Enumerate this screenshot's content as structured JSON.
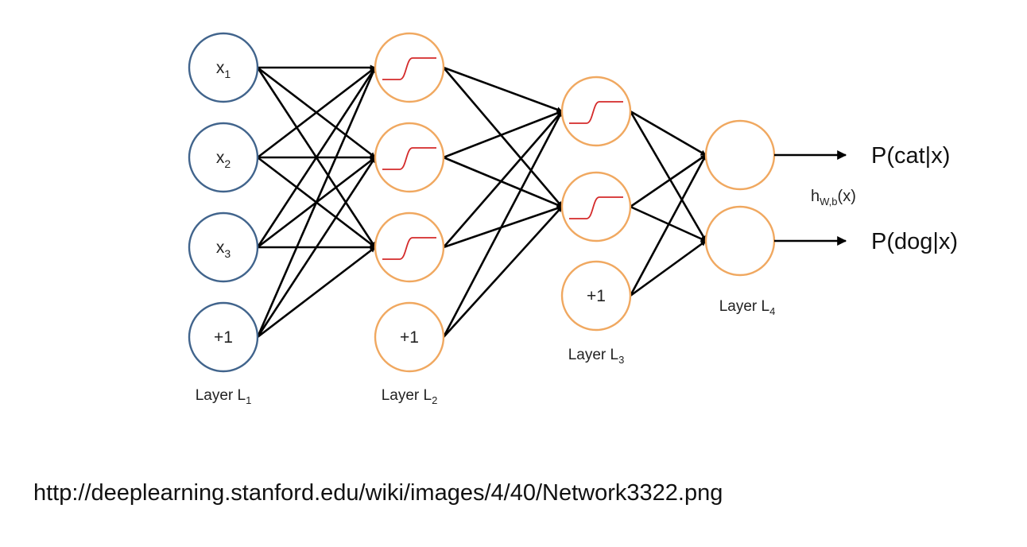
{
  "diagram": {
    "colors": {
      "input_node": "#41648c",
      "hidden_node": "#f0a860",
      "activation_curve": "#d42a2a",
      "edge": "#000000"
    },
    "layers": [
      {
        "id": "L1",
        "label_main": "Layer L",
        "label_sub": "1",
        "nodes": [
          {
            "main": "x",
            "sub": "1"
          },
          {
            "main": "x",
            "sub": "2"
          },
          {
            "main": "x",
            "sub": "3"
          },
          {
            "main": "+1",
            "sub": ""
          }
        ]
      },
      {
        "id": "L2",
        "label_main": "Layer L",
        "label_sub": "2",
        "nodes": [
          {
            "icon": "sigmoid-icon"
          },
          {
            "icon": "sigmoid-icon"
          },
          {
            "icon": "sigmoid-icon"
          },
          {
            "main": "+1",
            "sub": ""
          }
        ]
      },
      {
        "id": "L3",
        "label_main": "Layer L",
        "label_sub": "3",
        "nodes": [
          {
            "icon": "sigmoid-icon"
          },
          {
            "icon": "sigmoid-icon"
          },
          {
            "main": "+1",
            "sub": ""
          }
        ]
      },
      {
        "id": "L4",
        "label_main": "Layer L",
        "label_sub": "4",
        "nodes": [
          {
            "output": "P(cat|x)"
          },
          {
            "output": "P(dog|x)"
          }
        ]
      }
    ],
    "hypothesis": {
      "main": "h",
      "sub": "W,b",
      "suffix": "(x)"
    }
  },
  "source_url": "http://deeplearning.stanford.edu/wiki/images/4/40/Network3322.png"
}
